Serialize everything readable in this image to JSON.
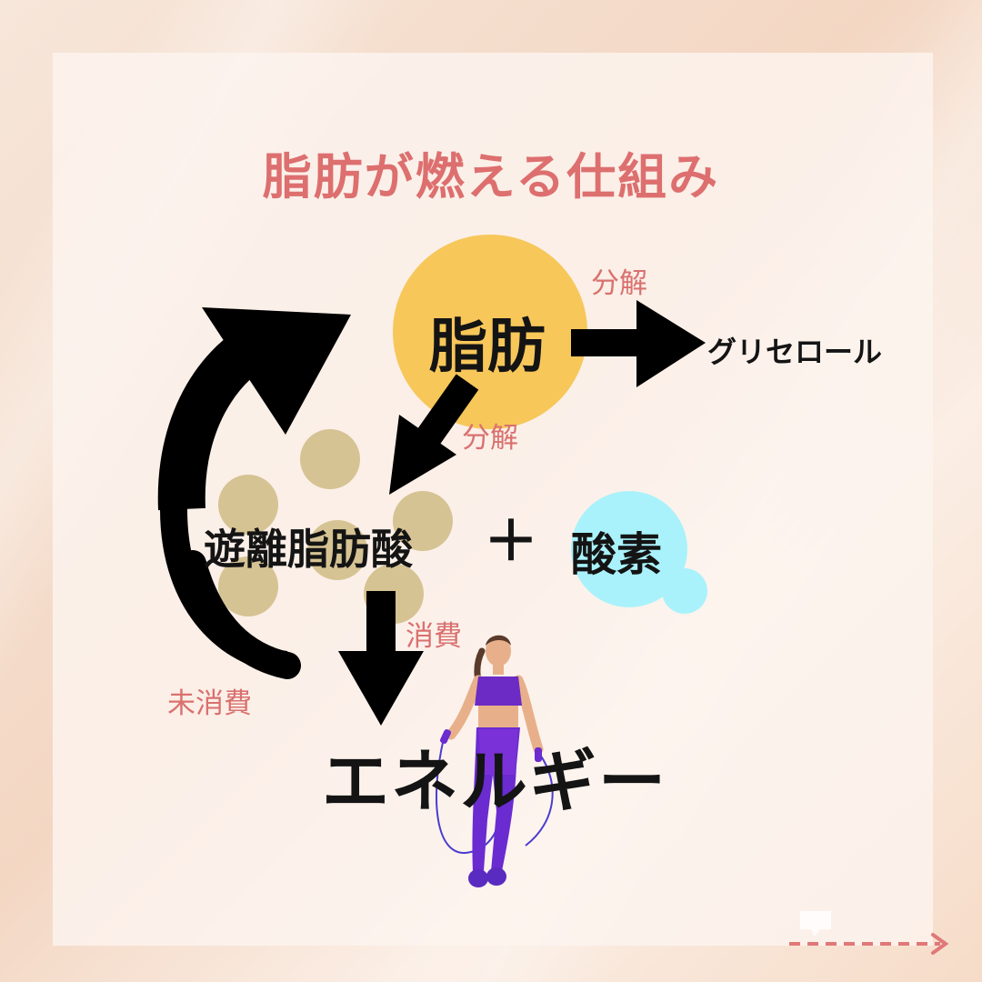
{
  "title": "脂肪が燃える仕組み",
  "nodes": {
    "fat": "脂肪",
    "glycerol": "グリセロール",
    "free_fatty_acid": "遊離脂肪酸",
    "plus": "＋",
    "oxygen": "酸素",
    "energy": "エネルギー"
  },
  "edge_labels": {
    "fat_to_glycerol": "分解",
    "fat_to_free_fatty_acid": "分解",
    "free_fatty_acid_to_energy": "消費",
    "unconsumed_return": "未消費"
  },
  "colors": {
    "title": "#dd6f6f",
    "fat_circle": "#f7c75a",
    "oxygen_circle": "#a9f2fb",
    "fatty_acid_circles": "#d6c393",
    "edge_label": "#d9716f",
    "arrow": "#000000"
  },
  "icons": [
    "woman-jumping-rope-illustration",
    "next-page-arrow-icon"
  ]
}
